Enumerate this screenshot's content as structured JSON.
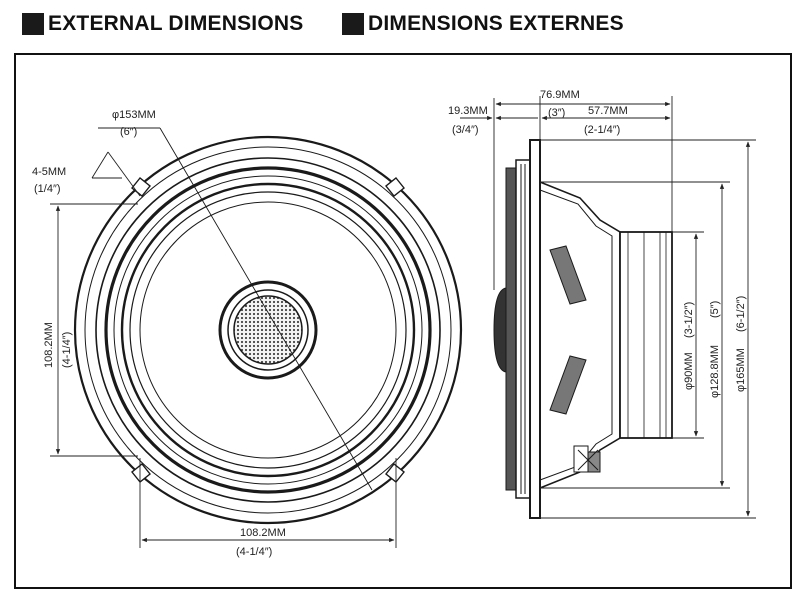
{
  "headings": {
    "english": "EXTERNAL DIMENSIONS",
    "french": "DIMENSIONS EXTERNES"
  },
  "front_view": {
    "outer_diameter": {
      "metric": "φ153MM",
      "imperial": "(6″)"
    },
    "mounting_hole": {
      "metric": "4-5MM",
      "imperial": "(1/4″)"
    },
    "vertical_spacing": {
      "metric": "108.2MM",
      "imperial": "(4-1/4″)"
    },
    "horizontal_spacing": {
      "metric": "108.2MM",
      "imperial": "(4-1/4″)"
    }
  },
  "side_view": {
    "total_depth": {
      "metric": "76.9MM",
      "imperial": "(3″)"
    },
    "front_protrusion": {
      "metric": "19.3MM",
      "imperial": "(3/4″)"
    },
    "mounting_depth": {
      "metric": "57.7MM",
      "imperial": "(2-1/4″)"
    },
    "magnet_diameter": {
      "metric": "φ90MM",
      "imperial": "(3-1/2″)"
    },
    "cutout_diameter": {
      "metric": "φ128.8MM",
      "imperial": "(5″)"
    },
    "overall_diameter": {
      "metric": "φ165MM",
      "imperial": "(6-1/2″)"
    }
  },
  "colors": {
    "line": "#1a1a1a",
    "background": "#ffffff"
  }
}
